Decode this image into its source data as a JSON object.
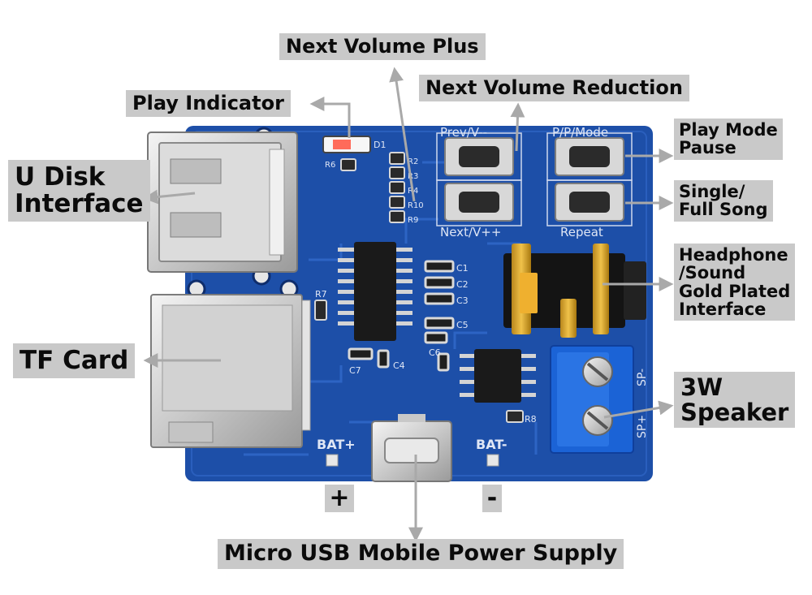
{
  "labels": {
    "next_volume_plus": "Next Volume Plus",
    "next_volume_reduction": "Next Volume Reduction",
    "play_indicator": "Play Indicator",
    "play_mode_pause": [
      "Play Mode",
      "Pause"
    ],
    "u_disk_interface": [
      "U Disk",
      "Interface"
    ],
    "single_full_song": [
      "Single/",
      "Full Song"
    ],
    "headphone_sound": [
      "Headphone",
      "/Sound",
      "Gold Plated",
      "Interface"
    ],
    "tf_card": "TF Card",
    "speaker_3w": [
      "3W",
      "Speaker"
    ],
    "plus_sign": "+",
    "minus_sign": "-",
    "micro_usb_power": "Micro USB Mobile Power Supply"
  },
  "silkscreen": {
    "prev_v_minus": "Prev/V--",
    "p_p_mode": "P/P/Mode",
    "next_v_plus": "Next/V++",
    "repeat": "Repeat",
    "bat_plus": "BAT+",
    "bat_minus": "BAT-",
    "sp_minus": "SP-",
    "sp_plus": "SP+",
    "d1": "D1",
    "r7": "R7",
    "r8": "R8",
    "c1": "C1",
    "c2": "C2",
    "c3": "C3",
    "c4": "C4",
    "c5": "C5",
    "c6": "C6",
    "c7": "C7",
    "r9": "R9",
    "r10": "R10",
    "r4": "R4",
    "r3": "R3",
    "r2": "R2",
    "r6": "R6"
  },
  "colors": {
    "board": "#1d4fa8",
    "callout_bg": "#c9c9c9",
    "arrow": "#a9a9a9",
    "terminal": "#1b63d6"
  }
}
